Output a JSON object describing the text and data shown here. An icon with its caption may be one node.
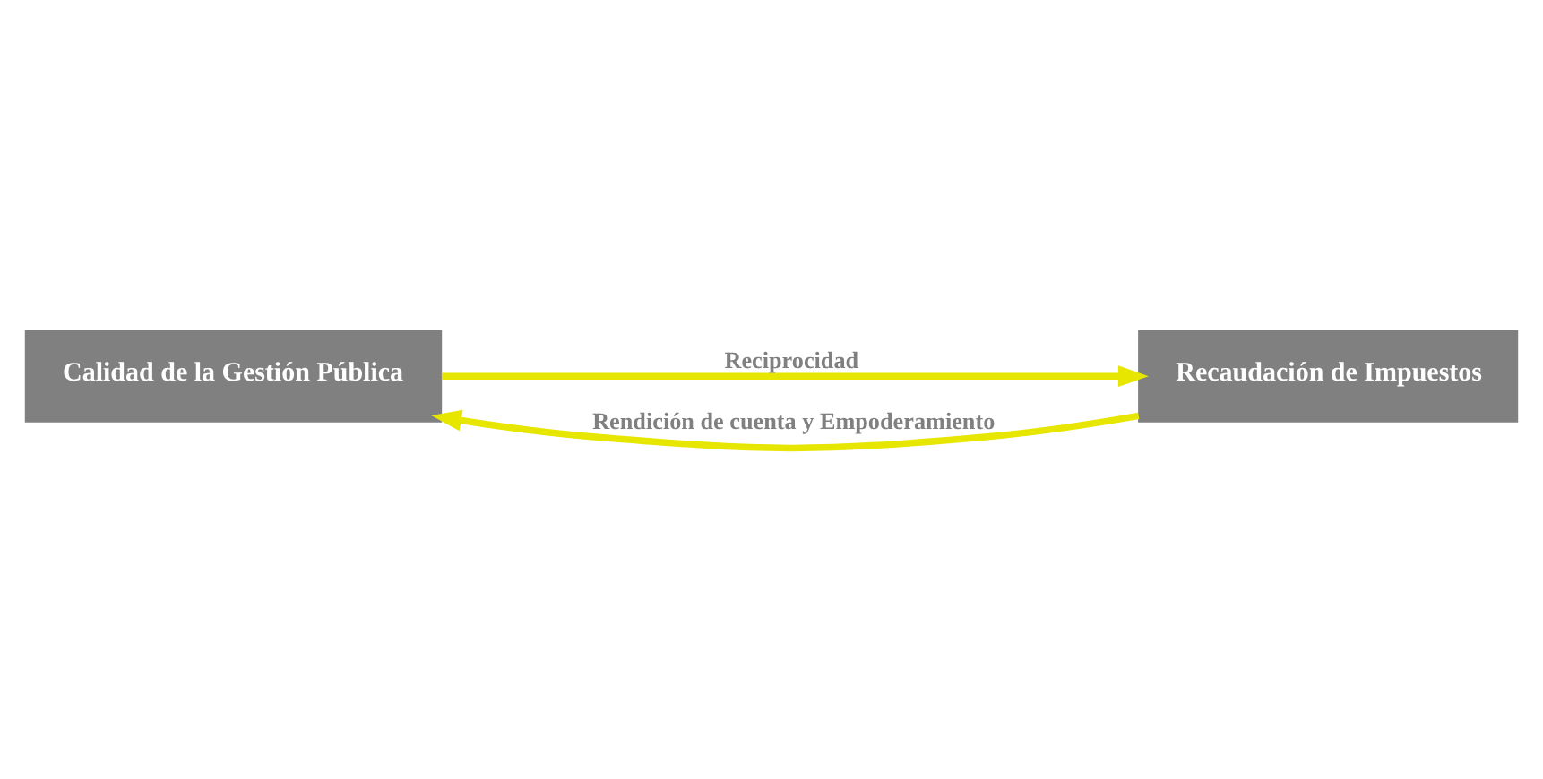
{
  "diagram": {
    "nodes": [
      {
        "text": [
          "Calidad de la Gestión Pública"
        ]
      },
      {
        "text": [
          "Recaudación de Impuestos"
        ]
      }
    ],
    "edges": [
      {
        "from": 0,
        "to": 1,
        "arrow": "to",
        "label": "Reciprocidad"
      },
      {
        "from": 1,
        "to": 0,
        "arrow": "to",
        "label": "Rendición de cuenta y Empoderamiento"
      }
    ]
  }
}
